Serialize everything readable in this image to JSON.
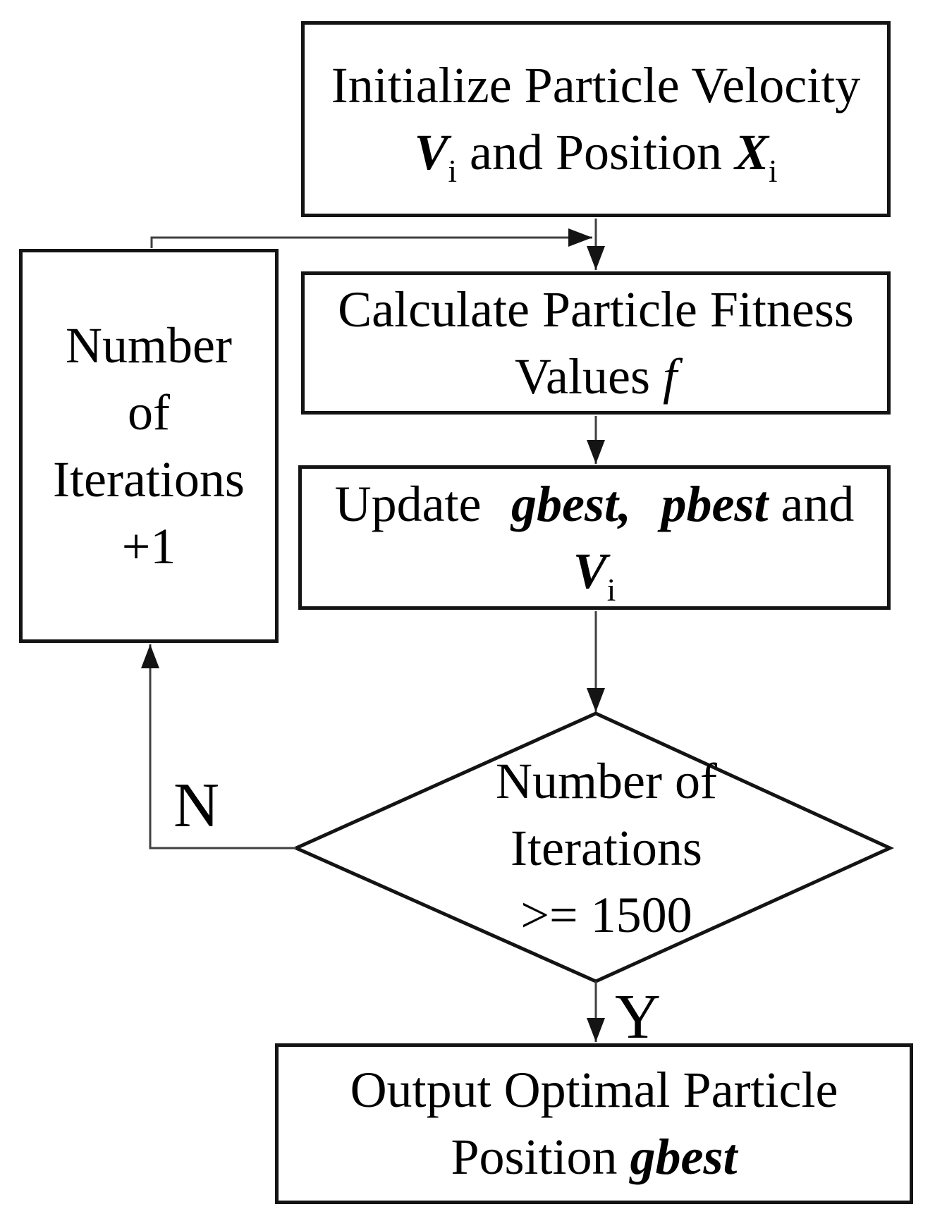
{
  "nodes": {
    "initialize": {
      "line1": "Initialize Particle Velocity",
      "velocity_symbol": "V",
      "velocity_subscript": "i",
      "connector_text": " and Position ",
      "position_symbol": "X",
      "position_subscript": "i"
    },
    "calculate": {
      "line1": "Calculate Particle Fitness",
      "line2_label": "Values ",
      "fitness_symbol": "f"
    },
    "update": {
      "verb": "Update",
      "gbest_symbol": "gbest,",
      "pbest_symbol": "pbest",
      "conjunction": "and",
      "velocity_symbol": "V",
      "velocity_subscript": "i"
    },
    "iteration_counter": {
      "line1": "Number",
      "line2": "of",
      "line3": "Iterations",
      "line4": "+1"
    },
    "decision": {
      "line1": "Number of",
      "line2": "Iterations",
      "line3": ">= 1500"
    },
    "output": {
      "line1": "Output Optimal Particle",
      "line2_label": "Position ",
      "gbest_symbol": "gbest"
    }
  },
  "edge_labels": {
    "no_branch": "N",
    "yes_branch": "Y"
  },
  "colors": {
    "border": "#141414",
    "connector": "#404040",
    "text": "#000000",
    "background": "#ffffff"
  }
}
